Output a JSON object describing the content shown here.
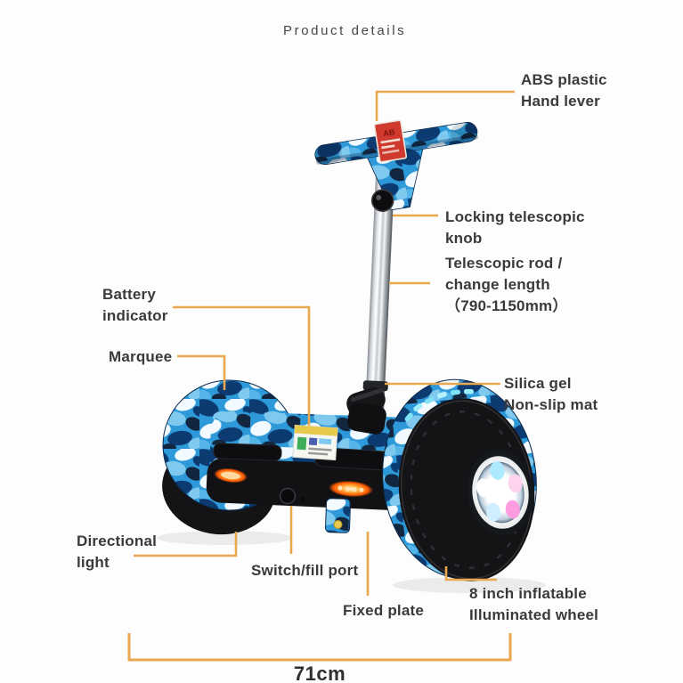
{
  "title": "Product details",
  "callouts": {
    "abs": {
      "lines": [
        "ABS plastic",
        "Hand lever"
      ]
    },
    "locking": {
      "lines": [
        "Locking telescopic",
        "knob"
      ]
    },
    "telescopic": {
      "lines": [
        "Telescopic rod /",
        "change length",
        "（790-1150mm）"
      ]
    },
    "battery": {
      "lines": [
        "Battery",
        "indicator"
      ]
    },
    "marquee": {
      "lines": [
        "Marquee"
      ]
    },
    "silica": {
      "lines": [
        "Silica gel",
        "Non-slip mat"
      ]
    },
    "directional": {
      "lines": [
        "Directional",
        "light"
      ]
    },
    "switch": {
      "lines": [
        "Switch/fill port"
      ]
    },
    "fixed": {
      "lines": [
        "Fixed plate"
      ]
    },
    "wheel": {
      "lines": [
        "8 inch inflatable",
        "Illuminated wheel"
      ]
    }
  },
  "dimension": {
    "width_label": "71cm"
  },
  "product": {
    "handle_sticker_text": "AB"
  },
  "colors": {
    "line": "#E9A84D",
    "label_text": "#3A3A3A",
    "title_text": "#474747",
    "camo_base": "#2E99D8",
    "camo_navy": "#0C3B72",
    "camo_light": "#8FD0F2",
    "tire": "#141417",
    "led_orange": "#FF6A00",
    "led_strip": "#7FE3F5",
    "sticker_red": "#D0392E",
    "fill_port_yellow": "#E9C84E"
  }
}
